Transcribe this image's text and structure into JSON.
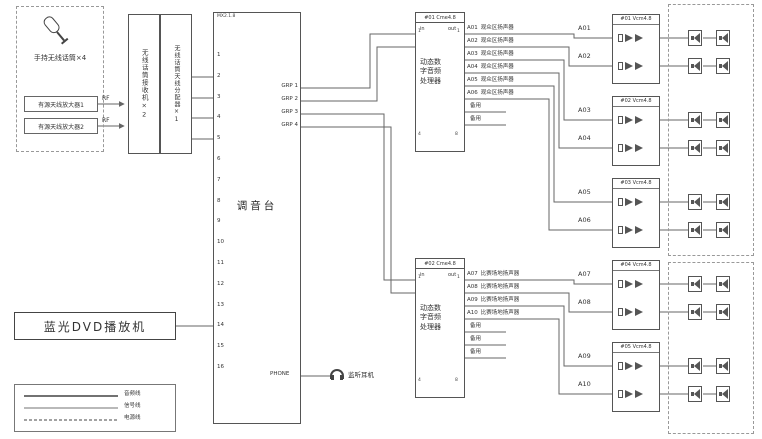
{
  "system": {
    "mic_group": {
      "label": "手持无线话筒×4",
      "antenna_amp_1": "有源天线放大器1",
      "antenna_amp_2": "有源天线放大器2",
      "rf_label": "RF"
    },
    "receiver": {
      "label": "无线话筒接收机×2"
    },
    "antenna_distributor": {
      "label": "无线话筒天线分配器×1"
    },
    "mixer": {
      "name": "调音台",
      "model": "MX2.1.8",
      "inputs": [
        "1",
        "2",
        "3",
        "4",
        "5",
        "6",
        "7",
        "8",
        "9",
        "10",
        "11",
        "12",
        "13",
        "14",
        "15",
        "16"
      ],
      "group_outputs": [
        "GRP 1",
        "GRP 2",
        "GRP 3",
        "GRP 4"
      ],
      "phone_label": "PHONE",
      "headphone_label": "监听耳机"
    },
    "dvd": {
      "label": "蓝光DVD播放机"
    },
    "legend": {
      "items": [
        "音频线",
        "信号线",
        "电源线"
      ]
    },
    "processors": [
      {
        "header": "#01  Cme4.8",
        "in_label": "in",
        "out_label": "out",
        "first_pin": "1",
        "in_count": "4",
        "out_count": "8",
        "function_label": "动态数字音频处理器",
        "outputs": [
          {
            "id": "A01",
            "label": "观众区扬声器"
          },
          {
            "id": "A02",
            "label": "观众区扬声器"
          },
          {
            "id": "A03",
            "label": "观众区扬声器"
          },
          {
            "id": "A04",
            "label": "观众区扬声器"
          },
          {
            "id": "A05",
            "label": "观众区扬声器"
          },
          {
            "id": "A06",
            "label": "观众区扬声器"
          },
          {
            "id": "",
            "label": "备用"
          },
          {
            "id": "",
            "label": "备用"
          }
        ]
      },
      {
        "header": "#02  Cme4.8",
        "in_label": "in",
        "out_label": "out",
        "first_pin": "1",
        "in_count": "4",
        "out_count": "8",
        "function_label": "动态数字音频处理器",
        "outputs": [
          {
            "id": "A07",
            "label": "比赛场地扬声器"
          },
          {
            "id": "A08",
            "label": "比赛场地扬声器"
          },
          {
            "id": "A09",
            "label": "比赛场地扬声器"
          },
          {
            "id": "A10",
            "label": "比赛场地扬声器"
          },
          {
            "id": "",
            "label": "备用"
          },
          {
            "id": "",
            "label": "备用"
          },
          {
            "id": "",
            "label": "备用"
          }
        ]
      }
    ],
    "amplifiers": [
      {
        "header": "#01 Vcm4.8",
        "channels": [
          "A01",
          "A02"
        ]
      },
      {
        "header": "#02 Vcm4.8",
        "channels": [
          "A03",
          "A04"
        ]
      },
      {
        "header": "#03 Vcm4.8",
        "channels": [
          "A05",
          "A06"
        ]
      },
      {
        "header": "#04 Vcm4.8",
        "channels": [
          "A07",
          "A08"
        ]
      },
      {
        "header": "#05 Vcm4.8",
        "channels": [
          "A09",
          "A10"
        ]
      }
    ]
  }
}
